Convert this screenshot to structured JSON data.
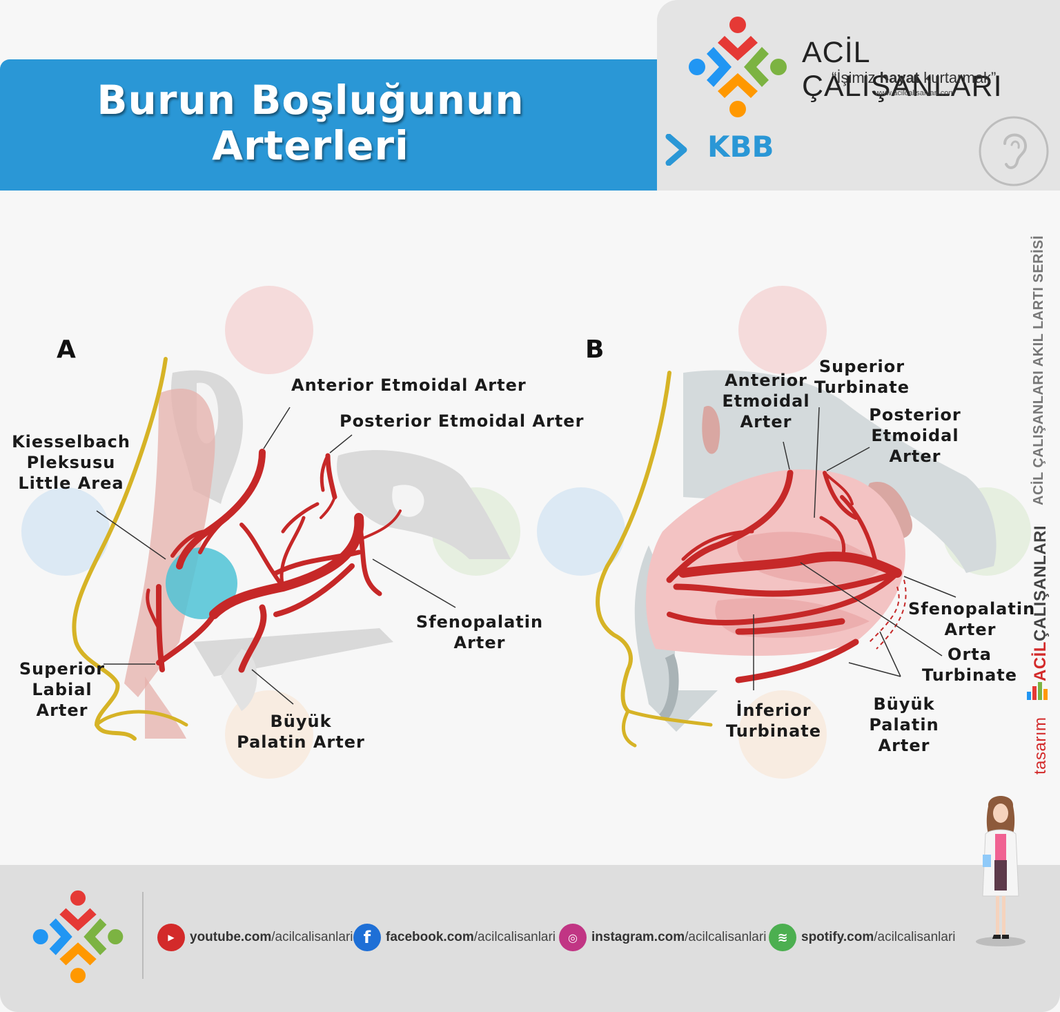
{
  "header": {
    "title_line1": "Burun Boşluğunun",
    "title_line2": "Arterleri"
  },
  "brand": {
    "name": "ACİL ÇALIŞANLARI",
    "slogan_open": "“İşimiz ",
    "slogan_bold": "hayat",
    "slogan_close": " kurtarmak”",
    "url": "www.acilcalisanlari.com",
    "category": "KBB",
    "category_icon": "ear-icon"
  },
  "diagram_a": {
    "letter": "A",
    "labels": {
      "anterior_etmoidal": "Anterior Etmoidal Arter",
      "posterior_etmoidal": "Posterior Etmoidal Arter",
      "kiesselbach": [
        "Kiesselbach",
        "Pleksusu",
        "Little Area"
      ],
      "sfenopalatin": [
        "Sfenopalatin",
        "Arter"
      ],
      "superior_labial": [
        "Superior",
        "Labial",
        "Arter"
      ],
      "buyuk_palatin": [
        "Büyük",
        "Palatin Arter"
      ]
    }
  },
  "diagram_b": {
    "letter": "B",
    "labels": {
      "anterior_etmoidal": [
        "Anterior",
        "Etmoidal",
        "Arter"
      ],
      "superior_turbinate": [
        "Superior",
        "Turbinate"
      ],
      "posterior_etmoidal": [
        "Posterior",
        "Etmoidal",
        "Arter"
      ],
      "sfenopalatin": [
        "Sfenopalatin",
        "Arter"
      ],
      "orta_turbinate": [
        "Orta",
        "Turbinate"
      ],
      "inferior_turbinate": [
        "İnferior",
        "Turbinate"
      ],
      "buyuk_palatin": [
        "Büyük",
        "Palatin",
        "Arter"
      ]
    }
  },
  "side": {
    "series": "ACİL ÇALIŞANLARI AKIL LARTI SERİSİ",
    "design_prefix": "tasarım",
    "design_acil": "ACİL",
    "design_calisanlari": "ÇALIŞANLARI"
  },
  "footer": {
    "links": [
      {
        "icon": "youtube-icon",
        "bold": "youtube.com",
        "rest": "/acilcalisanlari",
        "color": "#d32a2a"
      },
      {
        "icon": "facebook-icon",
        "bold": "facebook.com",
        "rest": "/acilcalisanlari",
        "color": "#1e6fd6"
      },
      {
        "icon": "instagram-icon",
        "bold": "instagram.com",
        "rest": "/acilcalisanlari",
        "color": "#c13584"
      },
      {
        "icon": "spotify-icon",
        "bold": "spotify.com",
        "rest": "/acilcalisanlari",
        "color": "#4caf50"
      }
    ]
  },
  "colors": {
    "blue": "#2a97d6",
    "artery": "#c62828",
    "mucosa": "#f3c3c3",
    "bone": "#dcdcdc",
    "skin_line": "#d6b326",
    "kiesselbach": "#4fc3d6"
  }
}
